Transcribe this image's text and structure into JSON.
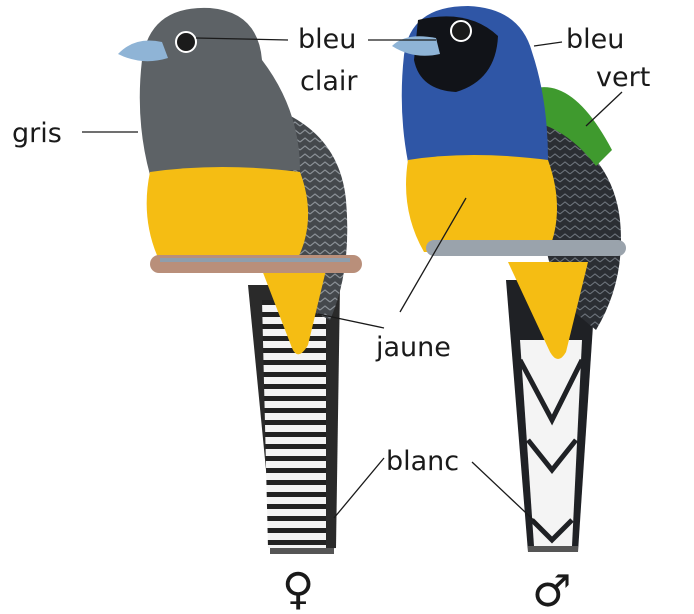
{
  "labels": {
    "bleu_female": "bleu",
    "clair": "clair",
    "bleu_male": "bleu",
    "vert": "vert",
    "gris": "gris",
    "jaune": "jaune",
    "blanc": "blanc"
  },
  "symbols": {
    "female": "♀",
    "male": "♂"
  },
  "colors": {
    "gris": "#5d6266",
    "bleu": "#2f56a6",
    "vert": "#3f9a2e",
    "jaune": "#f5bd13",
    "blanc": "#f4f4f4",
    "bleu_clair_beak": "#8fb4d6"
  }
}
